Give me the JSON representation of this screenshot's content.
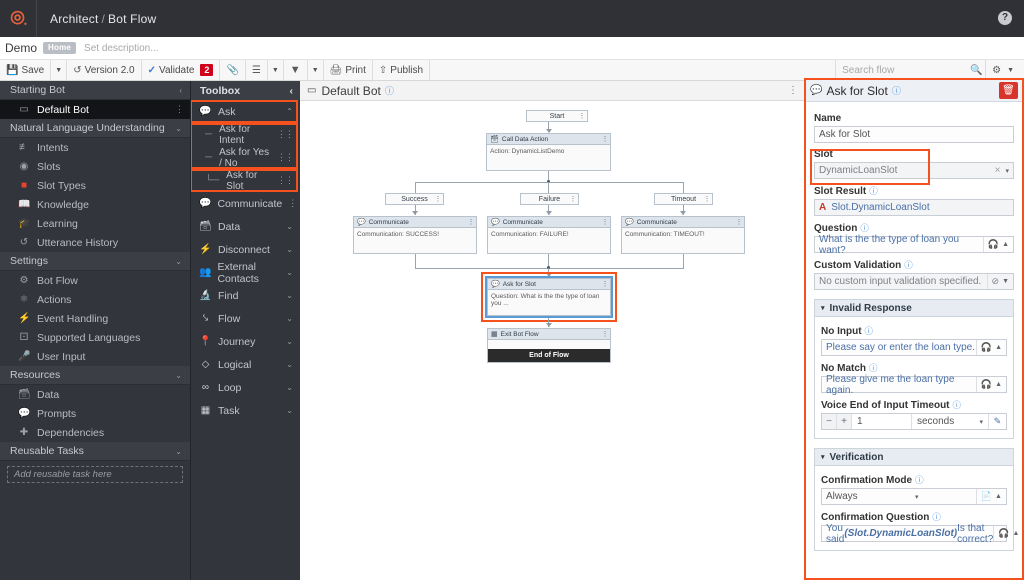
{
  "topnav": {
    "logo": "genesys-logo-icon",
    "app": "Architect",
    "separator": "/",
    "section": "Bot Flow",
    "help": "?"
  },
  "titlebar": {
    "flow_name": "Demo",
    "badge": "Home",
    "description_placeholder": "Set description..."
  },
  "toolbar": {
    "save": "Save",
    "version": "Version 2.0",
    "validate": "Validate",
    "validate_count": "2",
    "print": "Print",
    "publish": "Publish",
    "search_placeholder": "Search flow"
  },
  "sidebar": {
    "sections": [
      {
        "title": "Starting Bot",
        "collapse": "‹",
        "items": [
          {
            "label": "Default Bot",
            "icon": "bot-icon",
            "active": true,
            "drag": true
          }
        ]
      },
      {
        "title": "Natural Language Understanding",
        "collapse": "⌄",
        "items": [
          {
            "label": "Intents",
            "icon": "intents-icon"
          },
          {
            "label": "Slots",
            "icon": "slots-icon"
          },
          {
            "label": "Slot Types",
            "icon": "slot-types-icon"
          },
          {
            "label": "Knowledge",
            "icon": "knowledge-icon"
          },
          {
            "label": "Learning",
            "icon": "learning-icon"
          },
          {
            "label": "Utterance History",
            "icon": "history-icon"
          }
        ]
      },
      {
        "title": "Settings",
        "collapse": "⌄",
        "items": [
          {
            "label": "Bot Flow",
            "icon": "bot-flow-icon"
          },
          {
            "label": "Actions",
            "icon": "actions-icon"
          },
          {
            "label": "Event Handling",
            "icon": "event-handling-icon"
          },
          {
            "label": "Supported Languages",
            "icon": "languages-icon"
          },
          {
            "label": "User Input",
            "icon": "microphone-icon"
          }
        ]
      },
      {
        "title": "Resources",
        "collapse": "⌄",
        "items": [
          {
            "label": "Data",
            "icon": "database-icon"
          },
          {
            "label": "Prompts",
            "icon": "prompts-icon"
          },
          {
            "label": "Dependencies",
            "icon": "dependencies-icon"
          }
        ]
      },
      {
        "title": "Reusable Tasks",
        "collapse": "⌄",
        "dropzone": "Add reusable task here"
      }
    ]
  },
  "toolbox": {
    "title": "Toolbox",
    "collapse": "‹",
    "items": [
      {
        "label": "Ask",
        "icon": "ask-icon",
        "expanded": true,
        "chev": "⌃",
        "highlight": true
      },
      {
        "label": "Ask for Intent",
        "icon": "tree-branch-icon",
        "sub": true,
        "drag": true,
        "highlight": true
      },
      {
        "label": "Ask for Yes / No",
        "icon": "tree-branch-icon",
        "sub": true,
        "drag": true,
        "highlight": true
      },
      {
        "label": "Ask for Slot",
        "icon": "tree-branch-icon",
        "sub": true,
        "drag": true,
        "highlight": true
      },
      {
        "label": "Communicate",
        "icon": "communicate-icon",
        "drag": true
      },
      {
        "label": "Data",
        "icon": "database-icon",
        "chev": "⌄"
      },
      {
        "label": "Disconnect",
        "icon": "disconnect-icon",
        "chev": "⌄"
      },
      {
        "label": "External Contacts",
        "icon": "external-contacts-icon",
        "chev": "⌄"
      },
      {
        "label": "Find",
        "icon": "binoculars-icon",
        "chev": "⌄"
      },
      {
        "label": "Flow",
        "icon": "flow-icon",
        "chev": "⌄"
      },
      {
        "label": "Journey",
        "icon": "journey-icon",
        "chev": "⌄"
      },
      {
        "label": "Logical",
        "icon": "logical-icon",
        "chev": "⌄"
      },
      {
        "label": "Loop",
        "icon": "loop-icon",
        "chev": "⌄"
      },
      {
        "label": "Task",
        "icon": "task-icon",
        "chev": "⌄"
      }
    ]
  },
  "canvas": {
    "header_title": "Default Bot",
    "header_info": "i",
    "nodes": {
      "start": {
        "label": "Start"
      },
      "call_data_action": {
        "title": "Call Data Action",
        "body": "Action: DynamicListDemo",
        "icon": "data-action-icon"
      },
      "branch_success": {
        "label": "Success"
      },
      "branch_failure": {
        "label": "Failure"
      },
      "branch_timeout": {
        "label": "Timeout"
      },
      "comm_success": {
        "title": "Communicate",
        "body": "Communication: SUCCESS!",
        "icon": "communicate-icon"
      },
      "comm_failure": {
        "title": "Communicate",
        "body": "Communication: FAILURE!",
        "icon": "communicate-icon"
      },
      "comm_timeout": {
        "title": "Communicate",
        "body": "Communication: TIMEOUT!",
        "icon": "communicate-icon"
      },
      "ask_for_slot": {
        "title": "Ask for Slot",
        "body": "Question: What is the the type of loan you ...",
        "icon": "ask-icon",
        "selected": true
      },
      "exit_bot_flow": {
        "title": "Exit Bot Flow",
        "footer": "End of Flow",
        "icon": "exit-flow-icon"
      }
    }
  },
  "properties": {
    "title": "Ask for Slot",
    "info": "i",
    "delete_icon": "trash-icon",
    "name": {
      "label": "Name",
      "value": "Ask for Slot"
    },
    "slot": {
      "label": "Slot",
      "value": "DynamicLoanSlot",
      "clear": "×",
      "caret": "▾"
    },
    "slot_result": {
      "label": "Slot Result",
      "info": "i",
      "value": "Slot.DynamicLoanSlot",
      "type_icon": "A"
    },
    "question": {
      "label": "Question",
      "info": "i",
      "value": "What is the the type of loan you want?",
      "adorn": "audio-icon"
    },
    "custom_validation": {
      "label": "Custom Validation",
      "info": "i",
      "value": "No custom input validation specified.",
      "adorn": "none-icon"
    },
    "invalid_response": {
      "section_title": "Invalid Response",
      "tri": "▾",
      "no_input": {
        "label": "No Input",
        "info": "i",
        "value": "Please say or enter the loan type.",
        "adorn": "audio-icon"
      },
      "no_match": {
        "label": "No Match",
        "info": "i",
        "value": "Please give me the loan type again.",
        "adorn": "audio-icon"
      },
      "timeout": {
        "label": "Voice End of Input Timeout",
        "info": "i",
        "minus": "−",
        "plus": "+",
        "value": "1",
        "unit": "seconds",
        "caret": "▾",
        "edit": "✎"
      }
    },
    "verification": {
      "section_title": "Verification",
      "tri": "▾",
      "confirmation_mode": {
        "label": "Confirmation Mode",
        "info": "i",
        "value": "Always",
        "caret": "▾",
        "adorn": "doc-icon"
      },
      "confirmation_question": {
        "label": "Confirmation Question",
        "info": "i",
        "prefix": "You said ",
        "variable": "(Slot.DynamicLoanSlot)",
        "suffix": " Is that correct?",
        "adorn": "audio-icon"
      }
    }
  },
  "colors": {
    "accent_orange": "#f4511e",
    "nav_dark": "#2f3136",
    "sidebar_dark": "#32353b",
    "selection_blue": "#5b9bd5",
    "badge_red": "#d0021b"
  }
}
